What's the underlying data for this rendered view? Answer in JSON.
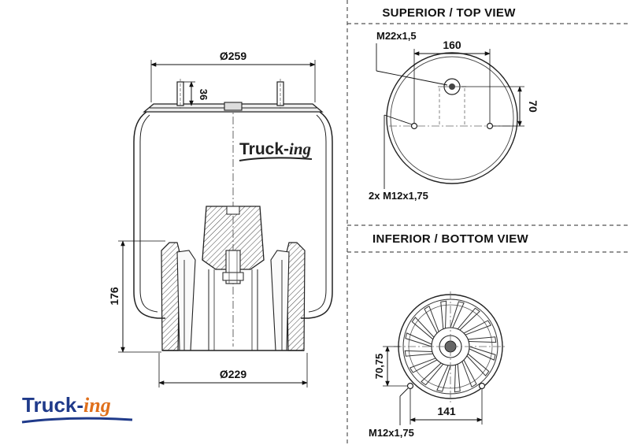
{
  "side_view": {
    "diameter_top": "Ø259",
    "stud_height": "36",
    "height": "176",
    "diameter_bottom": "Ø229"
  },
  "watermark": {
    "main": "Truck-",
    "suffix": "ing"
  },
  "top_view": {
    "heading": "SUPERIOR / TOP VIEW",
    "center_thread": "M22x1,5",
    "stud_spacing": "160",
    "offset": "70",
    "stud_thread": "2x M12x1,75"
  },
  "bottom_view": {
    "heading": "INFERIOR / BOTTOM VIEW",
    "offset": "70,75",
    "hole_spacing": "141",
    "thread": "M12x1,75"
  },
  "logo": {
    "main": "Truck-",
    "suffix": "ing",
    "colors": {
      "main": "#1f3a8a",
      "suffix": "#e0701c"
    }
  }
}
